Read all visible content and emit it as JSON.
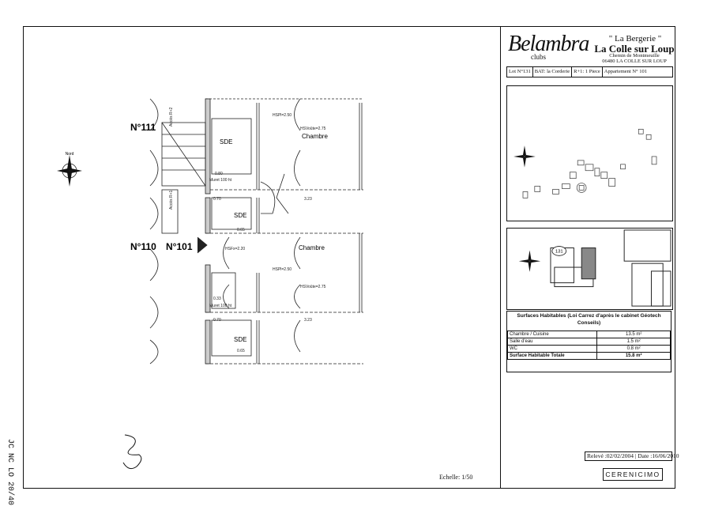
{
  "titleblock": {
    "brand": "Belambra",
    "brand_sub": "clubs",
    "project_title": "\" La Bergerie \"",
    "project_name": "La Colle sur Loup",
    "address_line1": "Chemin de Montmeuille",
    "address_line2": "06480 LA COLLE SUR LOUP",
    "lot": "Lot N°131",
    "building": "BAT: la Corderie",
    "floor": "R+1: 1 Piece",
    "apartment": "Appartement N° 101"
  },
  "surfaces": {
    "title": "Surfaces Habitables (Loi Carrez d'après le cabinet Géotech Conseils)",
    "rows": [
      {
        "label": "Chambre / Cuisine",
        "value": "13.5 m²"
      },
      {
        "label": "Salle d'eau",
        "value": "1.5 m²"
      },
      {
        "label": "WC",
        "value": "0.8 m²"
      },
      {
        "label": "Surface Habitable Totale",
        "value": "15.8 m²"
      }
    ]
  },
  "dates": {
    "releve": "Relevé :02/02/2004",
    "date": "Date :16/06/2010"
  },
  "scale": "Echelle: 1/50",
  "company": "CERENICIMO",
  "plan": {
    "units": [
      "N°111",
      "N°110",
      "N°101"
    ],
    "rooms": {
      "sde": "SDE",
      "chambre": "Chambre"
    },
    "dims": [
      "HSPl=2.50",
      "HSVoûte=2.75",
      "0.70",
      "3.23",
      "0.65",
      "HSFx=2.20",
      "HSPl=2.50",
      "HSVoûte=2.75",
      "0.33",
      "0.70",
      "3.23",
      "0.65",
      "0.80"
    ],
    "muret": "Muret 100 ht",
    "acces": "Accès R+2",
    "acces2": "Accès R+1",
    "north": "Nord"
  },
  "map_label": "131",
  "side_note": "JC NC LO 20/40",
  "signature": "signature"
}
